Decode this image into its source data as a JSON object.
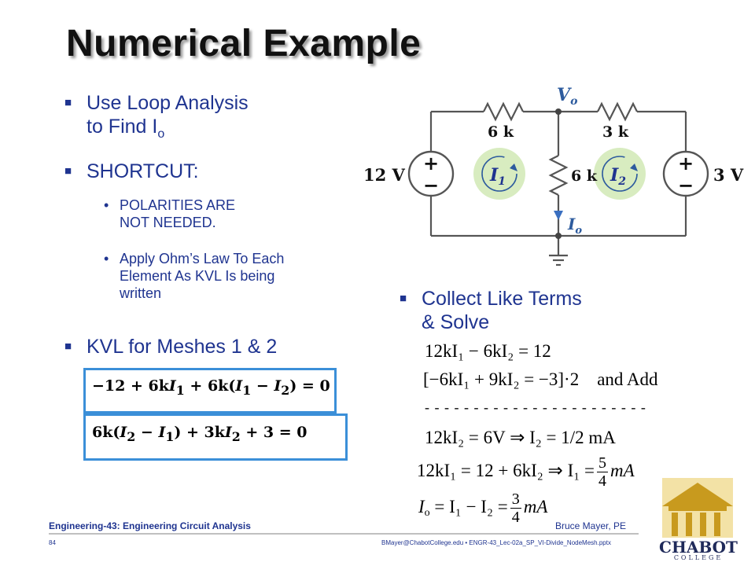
{
  "slide": {
    "title": "Numerical Example",
    "left_bullets": {
      "b1_line1": "Use Loop Analysis",
      "b1_line2": "to Find I",
      "b1_sub": "o",
      "b2": "SHORTCUT:",
      "s1_line1": "POLARITIES ARE",
      "s1_line2": "NOT NEEDED.",
      "s2_line1": "Apply Ohm’s Law To Each",
      "s2_line2": "Element As KVL Is being",
      "s2_line3": "written",
      "b3": "KVL for Meshes 1 & 2"
    },
    "right_bullet": {
      "line1": "Collect Like Terms",
      "line2": "& Solve"
    },
    "kvl": {
      "mesh1": {
        "p1": "−12 + 6k",
        "p2": "I",
        "p2s": "1",
        "p3": " + 6k(",
        "p4": "I",
        "p4s": "1",
        "p5": " − ",
        "p6": "I",
        "p6s": "2",
        "p7": ") = 0"
      },
      "mesh2": {
        "p1": "6k(",
        "p2": "I",
        "p2s": "2",
        "p3": " − ",
        "p4": "I",
        "p4s": "1",
        "p5": ") + 3k",
        "p6": "I",
        "p6s": "2",
        "p7": " + 3 = 0"
      }
    },
    "solution": {
      "eq1": "12kI₁ − 6kI₂ = 12",
      "eq2a": "[−6kI₁ + 9kI₂ = −3]·2",
      "eq2b": "and Add",
      "dashes": "- - - - - - - - - - - - - - - - - - - - - - -",
      "eq3": "12kI₂ = 6V ⇒ I₂ = 1/2  mA",
      "eq4a": "12kI₁ = 12 + 6kI₂ ⇒ I₁ =",
      "eq4num": "5",
      "eq4den": "4",
      "eq4b": "mA",
      "eq5a": "I",
      "eq5sub": "o",
      "eq5b": " = I₁ − I₂ =",
      "eq5num": "3",
      "eq5den": "4",
      "eq5c": "mA"
    },
    "circuit": {
      "v_left": "12 V",
      "v_right": "3 V",
      "r_left": "6 k",
      "r_right": "3 k",
      "r_mid": "6 k",
      "node_label": "V",
      "node_sub": "o",
      "current_label": "I",
      "current_sub": "o",
      "mesh1_label": "I",
      "mesh1_sub": "1",
      "mesh2_label": "I",
      "mesh2_sub": "2",
      "plus": "+",
      "minus": "−"
    },
    "footer": {
      "course": "Engineering-43: Engineering Circuit Analysis",
      "author": "Bruce Mayer, PE",
      "page": "84",
      "file": "BMayer@ChabotCollege.edu  •  ENGR-43_Lec-02a_SP_VI-Divide_NodeMesh.pptx",
      "logo_text": "CHABOT",
      "logo_sub": "COLLEGE"
    },
    "colors": {
      "accent": "#3b8fd8",
      "text": "#1f3490",
      "mesh_circle": "#d8ecc0",
      "logo_gold": "#c89a1e"
    }
  }
}
